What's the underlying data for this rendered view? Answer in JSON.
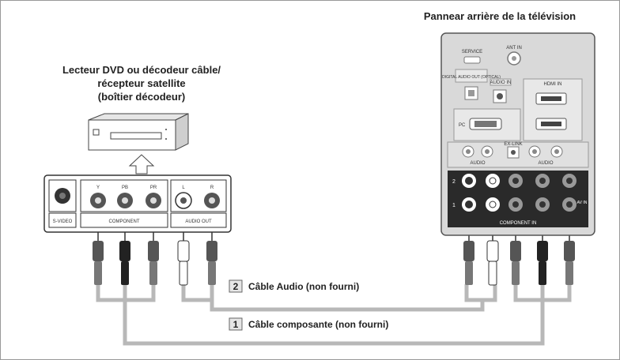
{
  "titles": {
    "tv_panel": "Pannear arrière de la télévision",
    "source_line1": "Lecteur DVD ou décodeur câble/",
    "source_line2": "récepteur satellite",
    "source_line3": "(boîtier décodeur)"
  },
  "source_panel": {
    "svideo": "S-VIDEO",
    "component": "COMPONENT",
    "audio_out": "AUDIO OUT",
    "jack_y": "Y",
    "jack_pb": "PB",
    "jack_pr": "PR",
    "jack_l": "L",
    "jack_r": "R"
  },
  "tv_panel": {
    "service": "SERVICE",
    "ant_in": "ANT IN",
    "digital_audio_out": "DIGITAL AUDIO OUT (OPTICAL)",
    "audio_in": "AUDIO IN",
    "hdmi_in": "HDMI IN",
    "pc": "PC",
    "ex_link": "EX-LINK",
    "audio": "AUDIO",
    "av_in": "AV IN",
    "component_in": "COMPONENT IN",
    "row_2": "2",
    "row_1": "1"
  },
  "cables": [
    {
      "number": "2",
      "label": "Câble Audio (non fourni)"
    },
    {
      "number": "1",
      "label": "Câble composante (non fourni)"
    }
  ],
  "colors": {
    "cable": "#b8b8b8",
    "tv_panel_bg": "#d9d9d9",
    "plug_dark": "#333333",
    "plug_white": "#ffffff"
  }
}
